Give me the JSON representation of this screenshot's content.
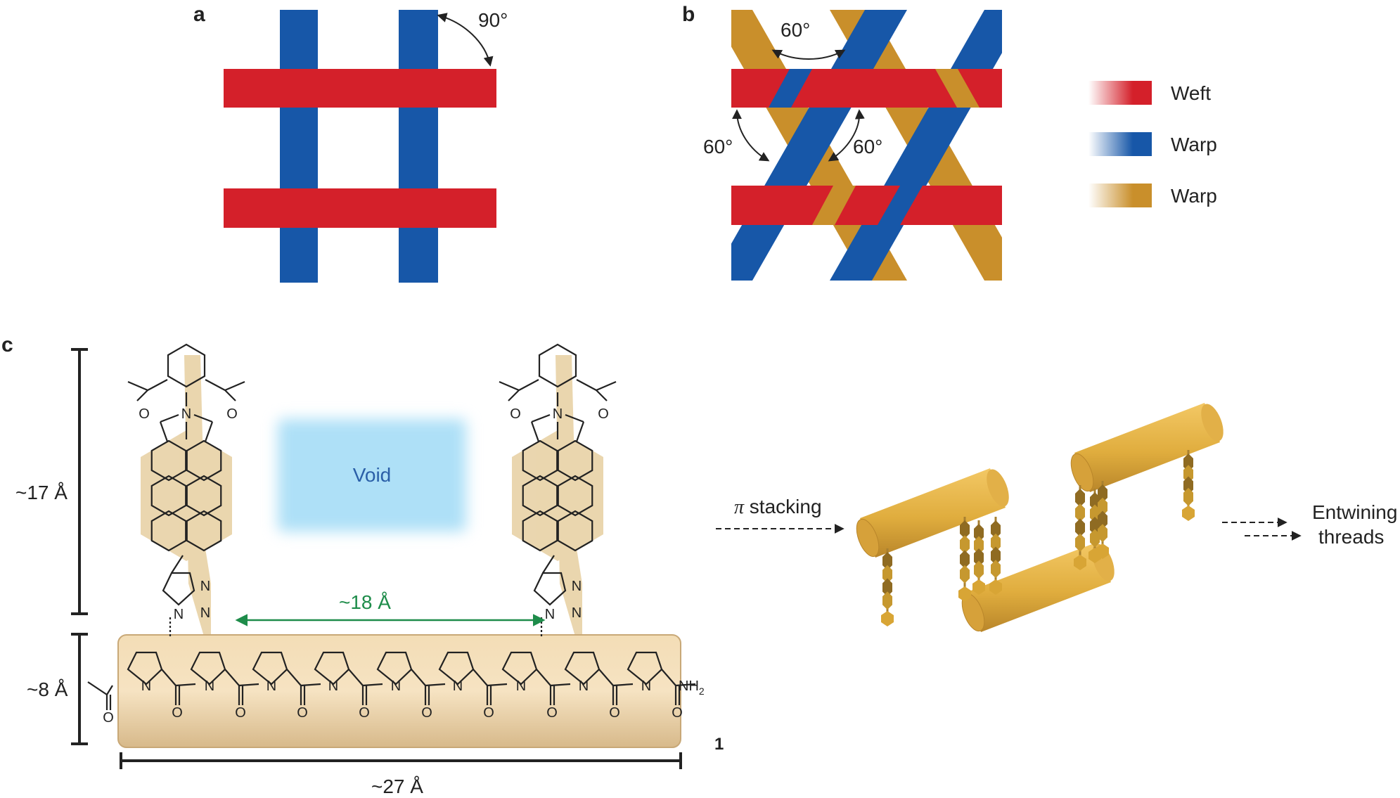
{
  "panels": {
    "a": "a",
    "b": "b",
    "c": "c"
  },
  "angles": {
    "a_right": "90°",
    "b_top": "60°",
    "b_left": "60°",
    "b_right": "60°"
  },
  "legend": [
    {
      "label": "Weft",
      "color": "#d4202a"
    },
    {
      "label": "Warp",
      "color": "#1757a8"
    },
    {
      "label": "Warp",
      "color": "#c98f2b"
    }
  ],
  "colors": {
    "weft": "#d4202a",
    "warp_blue": "#1757a8",
    "warp_gold": "#c98f2b",
    "cylinder": "#e5b64a",
    "highlight": "#e8d2a6",
    "green": "#1e8c4a",
    "void": "#aee0f7"
  },
  "dimensions": {
    "height_top": "~17 Å",
    "height_bottom": "~8 Å",
    "width": "~27 Å",
    "spacing": "~18 Å"
  },
  "void_label": "Void",
  "chem": {
    "N": "N",
    "O": "O",
    "NH2": "NH",
    "NH2_sub": "2"
  },
  "compound": "1",
  "pi_stacking": {
    "symbol": "π",
    "text": " stacking"
  },
  "entwining": [
    "Entwining",
    "threads"
  ]
}
